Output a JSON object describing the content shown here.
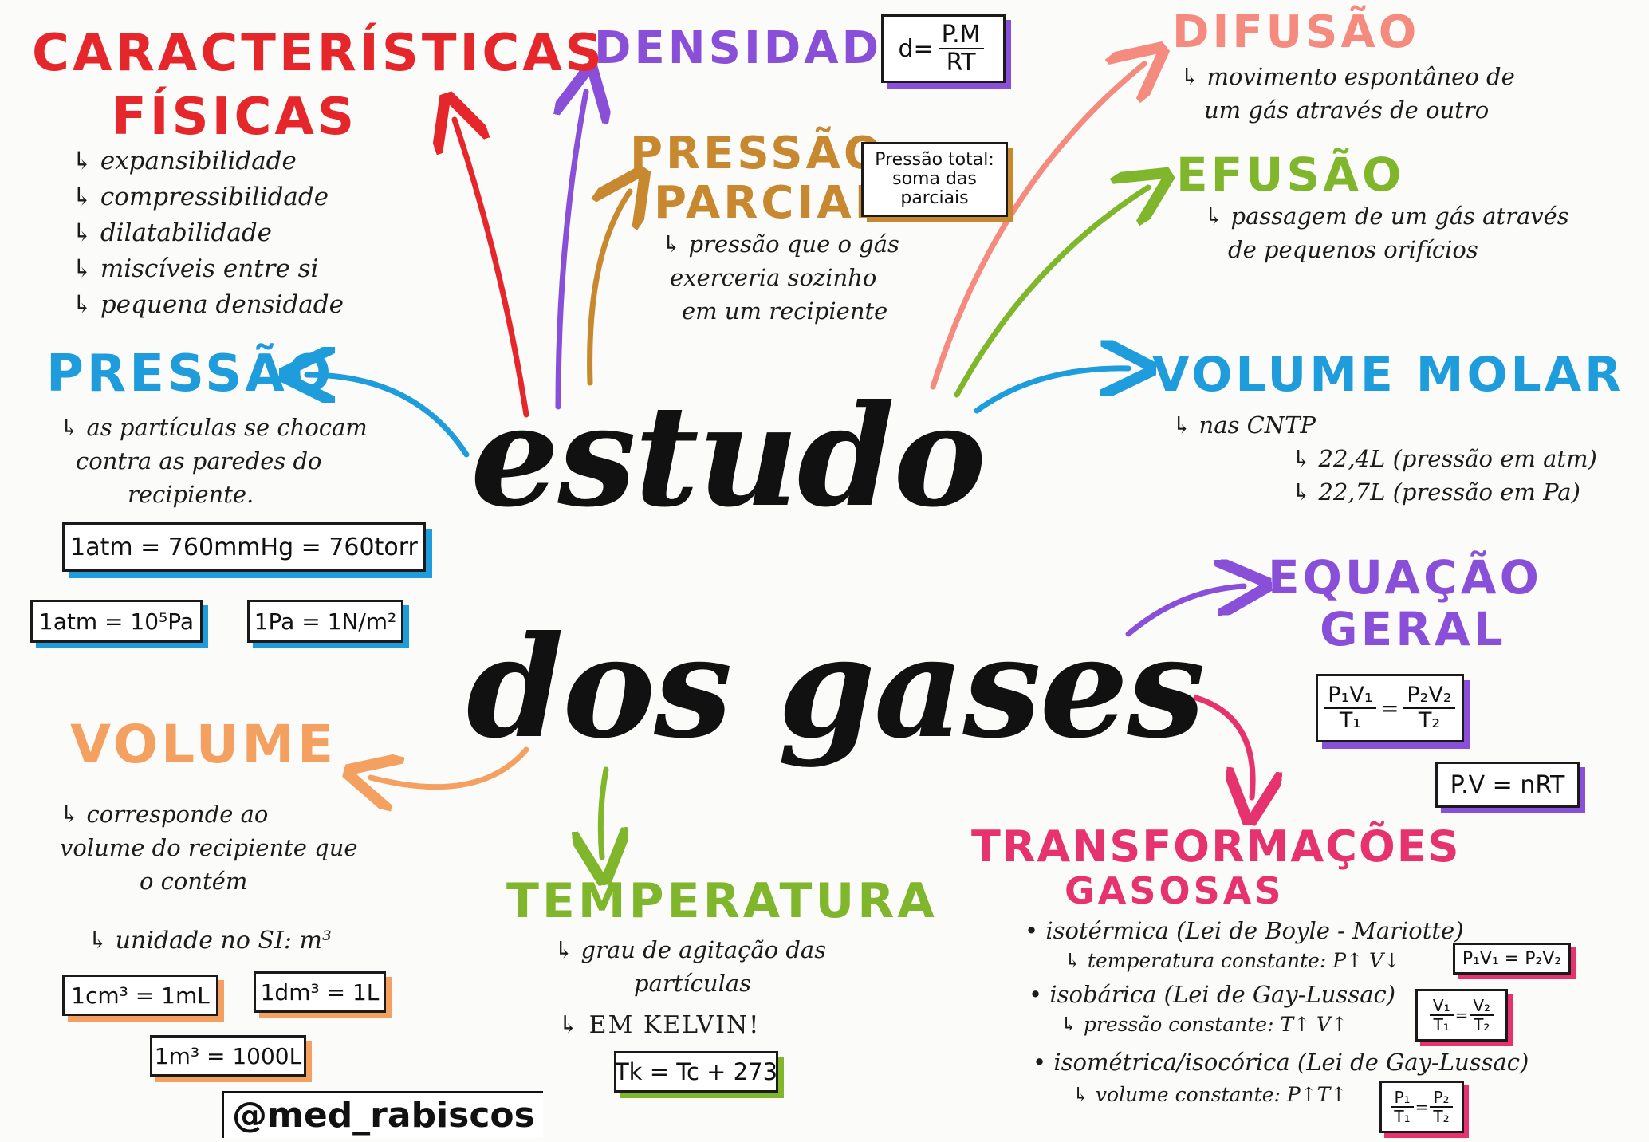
{
  "colors": {
    "red": "#e5262b",
    "purple": "#8a4fd8",
    "orange": "#c7882f",
    "salmon": "#f58a7e",
    "green": "#7fb62c",
    "blue": "#1e9cdc",
    "peach": "#f4a060",
    "pink": "#e6336f",
    "black": "#111111"
  },
  "center": {
    "line1": "estudo",
    "line2": "dos gases"
  },
  "caracteristicas": {
    "title1": "CARACTERÍSTICAS",
    "title2": "FÍSICAS",
    "items": [
      "↳ expansibilidade",
      "↳ compressibilidade",
      "↳ dilatabilidade",
      "↳ miscíveis entre si",
      "↳ pequena densidade"
    ]
  },
  "densidade": {
    "title": "DENSIDADE",
    "formula_lhs": "d=",
    "formula_num": "P.M",
    "formula_den": "RT"
  },
  "pressao_parcial": {
    "title1": "PRESSÃO",
    "title2": "PARCIAL",
    "box_lines": [
      "Pressão total:",
      "soma das",
      "parciais"
    ],
    "desc": [
      "↳ pressão que o gás",
      "exerceria sozinho",
      "em um recipiente"
    ]
  },
  "difusao": {
    "title": "DIFUSÃO",
    "desc": [
      "↳ movimento espontâneo de",
      "um gás através de outro"
    ]
  },
  "efusao": {
    "title": "EFUSÃO",
    "desc": [
      "↳ passagem de um gás através",
      "de pequenos orifícios"
    ]
  },
  "volume_molar": {
    "title": "VOLUME MOLAR",
    "desc": [
      "↳ nas CNTP",
      "↳ 22,4L (pressão em atm)",
      "↳ 22,7L (pressão em Pa)"
    ]
  },
  "pressao": {
    "title": "PRESSÃO",
    "desc": [
      "↳ as partículas se chocam",
      "contra as paredes do",
      "recipiente."
    ],
    "box1": "1atm = 760mmHg = 760torr",
    "box2": "1atm = 10⁵Pa",
    "box3": "1Pa = 1N/m²"
  },
  "equacao_geral": {
    "title1": "EQUAÇÃO",
    "title2": "GERAL",
    "f_num1": "P₁V₁",
    "f_den1": "T₁",
    "f_eq": "=",
    "f_num2": "P₂V₂",
    "f_den2": "T₂",
    "clapeyron": "P.V = nRT"
  },
  "volume": {
    "title": "VOLUME",
    "desc": [
      "↳ corresponde ao",
      "volume do recipiente que",
      "o contém"
    ],
    "unit": "↳ unidade no SI: m³",
    "box1": "1cm³ = 1mL",
    "box2": "1dm³ = 1L",
    "box3": "1m³ = 1000L"
  },
  "temperatura": {
    "title": "TEMPERATURA",
    "desc": [
      "↳ grau de agitação das",
      "partículas"
    ],
    "kelvin": "↳ EM KELVIN!",
    "box": "Tk = Tc + 273"
  },
  "transformacoes": {
    "title1": "TRANSFORMAÇÕES",
    "title2": "GASOSAS",
    "iso1": "• isotérmica (Lei de Boyle - Mariotte)",
    "iso1_sub": "↳ temperatura constante: P↑ V↓",
    "iso1_box": "P₁V₁ = P₂V₂",
    "iso2": "• isobárica (Lei de Gay-Lussac)",
    "iso2_sub": "↳ pressão constante: T↑ V↑",
    "iso2_num1": "V₁",
    "iso2_den1": "T₁",
    "iso2_num2": "V₂",
    "iso2_den2": "T₂",
    "iso3": "• isométrica/isocórica (Lei de Gay-Lussac)",
    "iso3_sub": "↳ volume constante: P↑T↑",
    "iso3_num1": "P₁",
    "iso3_den1": "T₁",
    "iso3_num2": "P₂",
    "iso3_den2": "T₂"
  },
  "signature": "@med_rabiscos"
}
